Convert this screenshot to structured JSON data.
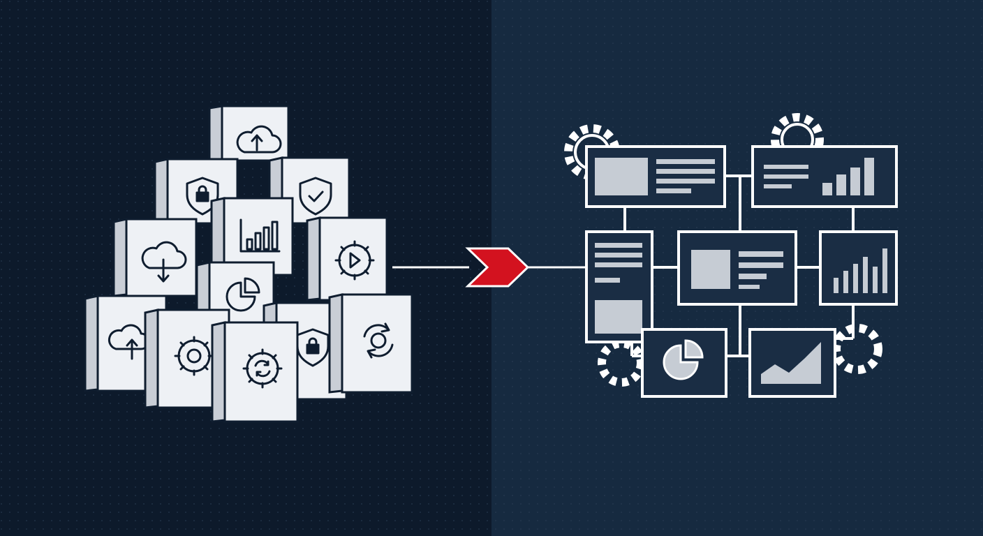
{
  "colors": {
    "left_background": "#0d1a2b",
    "right_background": "#162a40",
    "box_face": "#eef1f5",
    "box_side": "#c9ced6",
    "outline": "#0f1d2f",
    "accent_arrow": "#d3121f",
    "line": "#ffffff",
    "panel_fill": "#1a2d44",
    "block_fill": "#c6ccd4"
  },
  "left_boxes_icons": [
    "cloud-upload-icon",
    "shield-lock-icon",
    "shield-check-icon",
    "bar-chart-icon",
    "cloud-download-icon",
    "gear-play-icon",
    "pie-chart-icon",
    "cloud-upload-icon",
    "gear-icon",
    "gear-sync-icon",
    "shield-lock-icon",
    "sync-icon"
  ],
  "right_panels": [
    "layout-panel",
    "bar-chart-panel",
    "document-panel",
    "layout-panel",
    "bar-chart-panel",
    "pie-chart-panel",
    "area-chart-panel"
  ],
  "connector": "arrow-right-icon"
}
